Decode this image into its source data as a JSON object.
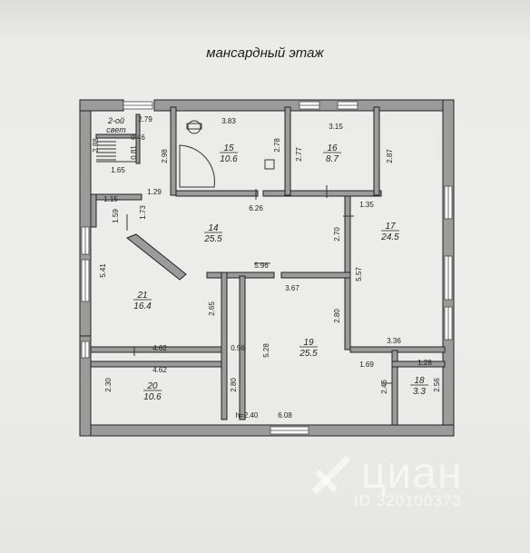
{
  "title": "мансардный этаж",
  "rooms": [
    {
      "id": "2-floor-light",
      "name": "2-ой\nсвет"
    },
    {
      "id": "15",
      "number": "15",
      "area": "10.6"
    },
    {
      "id": "16",
      "number": "16",
      "area": "8.7"
    },
    {
      "id": "14",
      "number": "14",
      "area": "25.5"
    },
    {
      "id": "17",
      "number": "17",
      "area": "24.5"
    },
    {
      "id": "21",
      "number": "21",
      "area": "16.4"
    },
    {
      "id": "19",
      "number": "19",
      "area": "25.5"
    },
    {
      "id": "20",
      "number": "20",
      "area": "10.6"
    },
    {
      "id": "18",
      "number": "18",
      "area": "3.3"
    }
  ],
  "dimensions": [
    "2.79",
    "0.46",
    "2.88",
    "0.81",
    "1.65",
    "3.83",
    "2.98",
    "2.78",
    "3.15",
    "2.77",
    "2.87",
    "1.29",
    "6.26",
    "1.35",
    "1.15",
    "1.59",
    "1.73",
    "2.70",
    "5.57",
    "5.41",
    "5.96",
    "3.67",
    "2.65",
    "2.80",
    "4.62",
    "4.62",
    "0.56",
    "5.28",
    "3.36",
    "1.69",
    "1.28",
    "2.30",
    "2.80",
    "2.46",
    "2.56",
    "6.08"
  ],
  "ceiling_height": "h=2.40",
  "watermark": {
    "brand": "циан",
    "listing_id": "ID 320100373"
  }
}
